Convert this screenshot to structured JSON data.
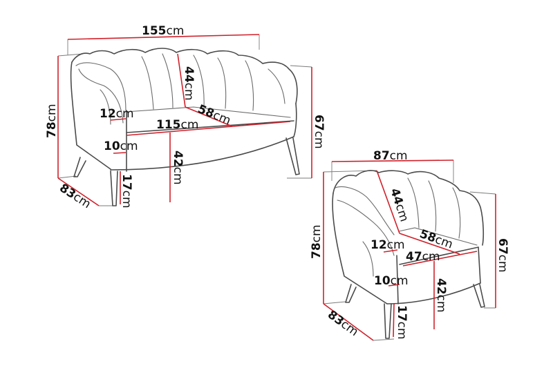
{
  "colors": {
    "dimension_line": "#d0202a",
    "outline": "#4a4a4a",
    "background": "#ffffff"
  },
  "sofa": {
    "name": "two-seat sofa",
    "dimensions": {
      "width": {
        "value": "155",
        "unit": "cm"
      },
      "height": {
        "value": "78",
        "unit": "cm"
      },
      "depth": {
        "value": "83",
        "unit": "cm"
      },
      "back_height": {
        "value": "44",
        "unit": "cm"
      },
      "seat_depth": {
        "value": "58",
        "unit": "cm"
      },
      "arm_width": {
        "value": "12",
        "unit": "cm"
      },
      "seat_width": {
        "value": "115",
        "unit": "cm"
      },
      "arm_height_above_seat": {
        "value": "67",
        "unit": "cm"
      },
      "seat_cushion": {
        "value": "10",
        "unit": "cm"
      },
      "seat_height": {
        "value": "42",
        "unit": "cm"
      },
      "leg_height": {
        "value": "17",
        "unit": "cm"
      }
    }
  },
  "armchair": {
    "name": "armchair",
    "dimensions": {
      "width": {
        "value": "87",
        "unit": "cm"
      },
      "height": {
        "value": "78",
        "unit": "cm"
      },
      "depth": {
        "value": "83",
        "unit": "cm"
      },
      "back_height": {
        "value": "44",
        "unit": "cm"
      },
      "seat_depth": {
        "value": "58",
        "unit": "cm"
      },
      "arm_width": {
        "value": "12",
        "unit": "cm"
      },
      "seat_width": {
        "value": "47",
        "unit": "cm"
      },
      "arm_height_above_seat": {
        "value": "67",
        "unit": "cm"
      },
      "seat_cushion": {
        "value": "10",
        "unit": "cm"
      },
      "seat_height": {
        "value": "42",
        "unit": "cm"
      },
      "leg_height": {
        "value": "17",
        "unit": "cm"
      }
    }
  }
}
